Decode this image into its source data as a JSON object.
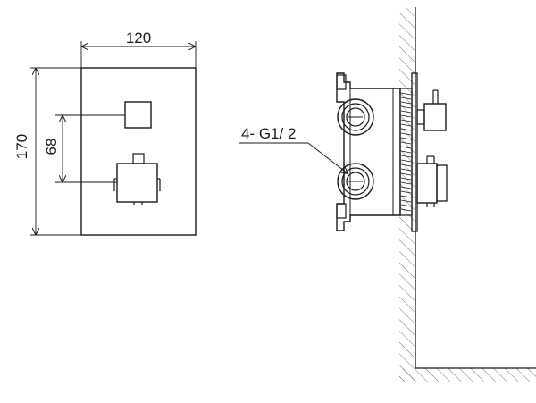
{
  "dimensions": {
    "width": "120",
    "height": "170",
    "handle_spacing": "68"
  },
  "connection_label": "4- G1/ 2",
  "colors": {
    "ink": "#1a1a1a",
    "background": "#ffffff"
  }
}
